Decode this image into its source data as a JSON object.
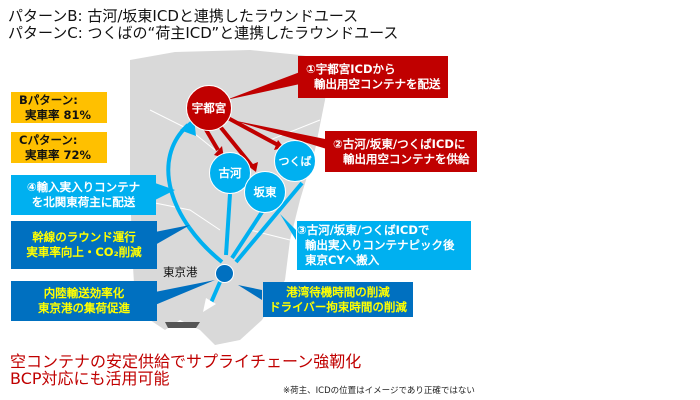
{
  "title": {
    "line1": "パターンB: 古河/坂東ICDと連携したラウンドユース",
    "line2": "パターンC: つくばの“荷主ICD”と連携したラウンドユース"
  },
  "rates": {
    "b_label": "Bパターン:",
    "b_value": "実車率 81%",
    "c_label": "Cパターン:",
    "c_value": "実車率 72%"
  },
  "callouts": {
    "step4": [
      "④輸入実入りコンテナ",
      "を北関東荷主に配送"
    ],
    "trunk": [
      "幹線のラウンド運行",
      "実車率向上・CO₂削減"
    ],
    "inland": [
      "内陸輸送効率化",
      "東京港の集荷促進"
    ],
    "step1": [
      "①宇都宮ICDから",
      "輸出用空コンテナを配送"
    ],
    "step2": [
      "②古河/坂東/つくばICDに",
      "輸出用空コンテナを供給"
    ],
    "step3": [
      "③古河/坂東/つくばICDで",
      "輸出実入りコンテナピック後",
      "東京CYへ搬入"
    ],
    "port": [
      "港湾待機時間の削減",
      "ドライバー拘束時間の削減"
    ]
  },
  "nodes": {
    "utsunomiya": "宇都宮",
    "koga": "古河",
    "bando": "坂東",
    "tsukuba": "つくば",
    "tokyo_port": "東京港"
  },
  "footer": {
    "line1": "空コンテナの安定供給でサプライチェーン強靭化",
    "line2": "BCP対応にも活用可能",
    "note": "※荷主、ICDの位置はイメージであり正確ではない"
  },
  "colors": {
    "red": "#C00000",
    "light_blue": "#00B0F0",
    "dark_blue": "#0070C0",
    "orange": "#FFC000",
    "map": "#D9D9D9"
  }
}
